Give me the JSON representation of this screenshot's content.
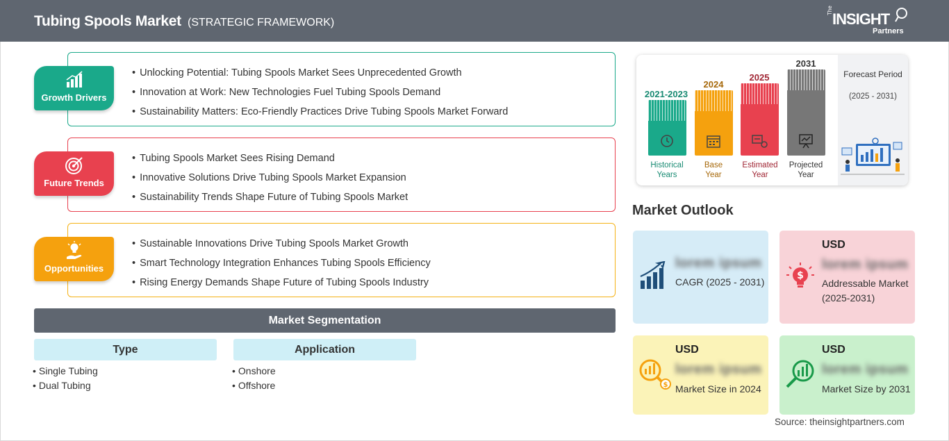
{
  "header": {
    "title": "Tubing Spools Market",
    "subtitle": "(STRATEGIC FRAMEWORK)",
    "logo": {
      "the": "The",
      "insight": "INSIGHT",
      "partners": "Partners"
    }
  },
  "categories": [
    {
      "label": "Growth Drivers",
      "icon": "growth-chart-icon",
      "color": "#1aa98a",
      "items": [
        "Unlocking Potential: Tubing Spools Market Sees Unprecedented Growth",
        "Innovation at Work: New Technologies Fuel Tubing Spools Demand",
        "Sustainability Matters: Eco-Friendly Practices Drive Tubing Spools Market Forward"
      ]
    },
    {
      "label": "Future Trends",
      "icon": "target-icon",
      "color": "#e8414f",
      "items": [
        "Tubing Spools Market Sees Rising Demand",
        "Innovative Solutions Drive Tubing Spools Market Expansion",
        "Sustainability Trends Shape Future of Tubing Spools Market"
      ]
    },
    {
      "label": "Opportunities",
      "icon": "lightbulb-hand-icon",
      "color": "#f5a10e",
      "items": [
        "Sustainable Innovations Drive Tubing Spools Market Growth",
        "Smart Technology Integration Enhances Tubing Spools Efficiency",
        "Rising Energy Demands Shape Future of Tubing Spools Industry"
      ]
    }
  ],
  "segmentation": {
    "title": "Market Segmentation",
    "groups": [
      {
        "title": "Type",
        "items": [
          "Single Tubing",
          "Dual Tubing"
        ]
      },
      {
        "title": "Application",
        "items": [
          "Onshore",
          "Offshore"
        ]
      }
    ]
  },
  "timeline": {
    "bars": [
      {
        "year": "2021-2023",
        "label1": "Historical",
        "label2": "Years",
        "color": "#1aa98a",
        "text_color": "#178a72",
        "icon": "history-icon"
      },
      {
        "year": "2024",
        "label1": "Base",
        "label2": "Year",
        "color": "#f5a10e",
        "text_color": "#a6680a",
        "icon": "calendar-icon"
      },
      {
        "year": "2025",
        "label1": "Estimated",
        "label2": "Year",
        "color": "#e8414f",
        "text_color": "#a02634",
        "icon": "estimate-icon"
      },
      {
        "year": "2031",
        "label1": "Projected",
        "label2": "Year",
        "color": "#777777",
        "text_color": "#333333",
        "icon": "presentation-icon"
      }
    ],
    "forecast": {
      "title": "Forecast Period",
      "range": "(2025 - 2031)"
    }
  },
  "outlook": {
    "title": "Market Outlook",
    "cards": [
      {
        "usd": "",
        "value": "lorem ipsum",
        "desc": "CAGR (2025 - 2031)",
        "bg": "#d6ecf7",
        "icon": "cagr-chart-icon"
      },
      {
        "usd": "USD",
        "value": "lorem ipsum",
        "desc": "Addressable Market (2025-2031)",
        "bg": "#f8d3d8",
        "icon": "bulb-dollar-icon"
      },
      {
        "usd": "USD",
        "value": "lorem ipsum",
        "desc": "Market Size in 2024",
        "bg": "#fbf3b8",
        "icon": "magnifier-dollar-icon"
      },
      {
        "usd": "USD",
        "value": "lorem ipsum",
        "desc": "Market Size by 2031",
        "bg": "#c9f0cc",
        "icon": "magnifier-chart-icon"
      }
    ]
  },
  "source": "Source: theinsightpartners.com"
}
